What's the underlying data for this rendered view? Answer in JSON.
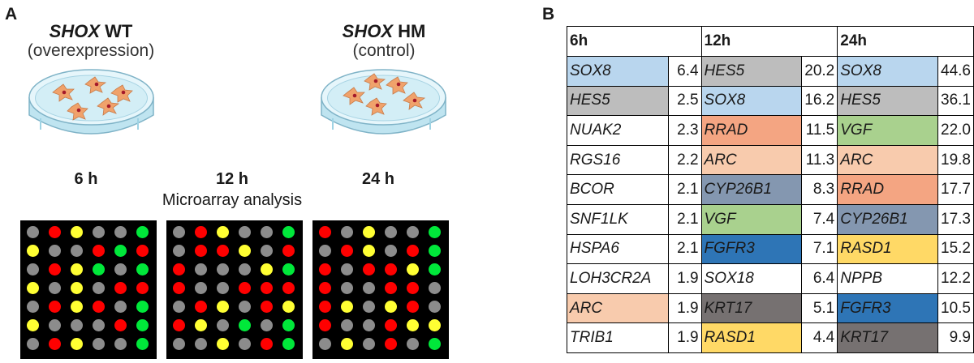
{
  "panel_a": {
    "letter": "A",
    "conditions": [
      {
        "gene": "SHOX",
        "suffix": "WT",
        "subtitle": "(overexpression)"
      },
      {
        "gene": "SHOX",
        "suffix": "HM",
        "subtitle": "(control)"
      }
    ],
    "timepoints": [
      "6 h",
      "12 h",
      "24 h"
    ],
    "analysis_label": "Microarray analysis",
    "arrays": [
      [
        "gray red yellow gray gray green",
        "yellow gray gray red green red",
        "gray red yellow green gray green",
        "yellow gray yellow gray red red",
        "gray red yellow red gray green",
        "yellow gray gray gray red green",
        "gray red yellow gray gray green"
      ],
      [
        "gray red yellow gray gray green",
        "gray red red yellow gray red",
        "red gray gray gray yellow green",
        "red gray gray red red red",
        "gray red yellow gray red yellow",
        "red yellow gray green gray green",
        "gray gray yellow gray red green"
      ],
      [
        "red gray yellow gray gray green",
        "gray red yellow gray red green",
        "red gray red red yellow green",
        "red gray gray red red gray",
        "red yellow gray yellow red gray",
        "red gray gray red yellow yellow",
        "gray yellow gray red gray green"
      ]
    ]
  },
  "panel_b": {
    "letter": "B",
    "headers": [
      "6h",
      "12h",
      "24h"
    ],
    "rows": [
      [
        {
          "gene": "SOX8",
          "value": "6.4",
          "color": "#b9d6ee"
        },
        {
          "gene": "HES5",
          "value": "20.2",
          "color": "#bdbdbd"
        },
        {
          "gene": "SOX8",
          "value": "44.6",
          "color": "#b9d6ee"
        }
      ],
      [
        {
          "gene": "HES5",
          "value": "2.5",
          "color": "#bdbdbd"
        },
        {
          "gene": "SOX8",
          "value": "16.2",
          "color": "#b9d6ee"
        },
        {
          "gene": "HES5",
          "value": "36.1",
          "color": "#bdbdbd"
        }
      ],
      [
        {
          "gene": "NUAK2",
          "value": "2.3",
          "color": "#ffffff"
        },
        {
          "gene": "RRAD",
          "value": "11.5",
          "color": "#f4a582"
        },
        {
          "gene": "VGF",
          "value": "22.0",
          "color": "#a9d18e"
        }
      ],
      [
        {
          "gene": "RGS16",
          "value": "2.2",
          "color": "#ffffff"
        },
        {
          "gene": "ARC",
          "value": "11.3",
          "color": "#f8cbad"
        },
        {
          "gene": "ARC",
          "value": "19.8",
          "color": "#f8cbad"
        }
      ],
      [
        {
          "gene": "BCOR",
          "value": "2.1",
          "color": "#ffffff"
        },
        {
          "gene": "CYP26B1",
          "value": "8.3",
          "color": "#8497b0"
        },
        {
          "gene": "RRAD",
          "value": "17.7",
          "color": "#f4a582"
        }
      ],
      [
        {
          "gene": "SNF1LK",
          "value": "2.1",
          "color": "#ffffff"
        },
        {
          "gene": "VGF",
          "value": "7.4",
          "color": "#a9d18e"
        },
        {
          "gene": "CYP26B1",
          "value": "17.3",
          "color": "#8497b0"
        }
      ],
      [
        {
          "gene": "HSPA6",
          "value": "2.1",
          "color": "#ffffff"
        },
        {
          "gene": "FGFR3",
          "value": "7.1",
          "color": "#2e75b6"
        },
        {
          "gene": "RASD1",
          "value": "15.2",
          "color": "#ffd966"
        }
      ],
      [
        {
          "gene": "LOH3CR2A",
          "value": "1.9",
          "color": "#ffffff"
        },
        {
          "gene": "SOX18",
          "value": "6.4",
          "color": "#ffffff"
        },
        {
          "gene": "NPPB",
          "value": "12.2",
          "color": "#ffffff"
        }
      ],
      [
        {
          "gene": "ARC",
          "value": "1.9",
          "color": "#f8cbad"
        },
        {
          "gene": "KRT17",
          "value": "5.1",
          "color": "#767171"
        },
        {
          "gene": "FGFR3",
          "value": "10.5",
          "color": "#2e75b6"
        }
      ],
      [
        {
          "gene": "TRIB1",
          "value": "1.9",
          "color": "#ffffff"
        },
        {
          "gene": "RASD1",
          "value": "4.4",
          "color": "#ffd966"
        },
        {
          "gene": "KRT17",
          "value": "9.9",
          "color": "#767171"
        }
      ]
    ]
  },
  "colors": {
    "red": "#ff0000",
    "yellow": "#ffff33",
    "green": "#00e83a",
    "gray": "#8c8c8c"
  }
}
